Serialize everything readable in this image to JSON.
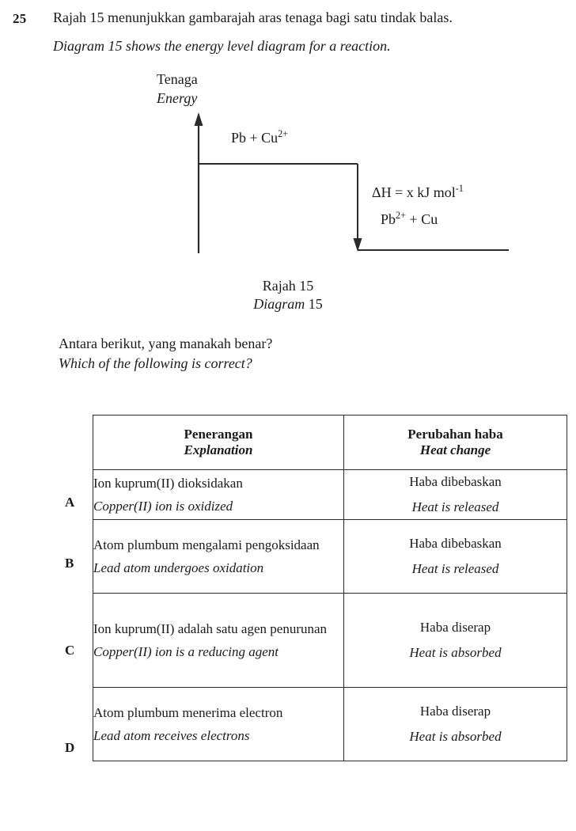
{
  "question": {
    "number": "25",
    "stem_my": "Rajah 15 menunjukkan gambarajah aras tenaga bagi satu tindak balas.",
    "stem_en": "Diagram 15 shows the energy level diagram for a reaction.",
    "prompt_my": "Antara berikut, yang manakah benar?",
    "prompt_en": "Which of the following is correct?"
  },
  "diagram": {
    "axis_label_my": "Tenaga",
    "axis_label_en": "Energy",
    "reactant_label": "Pb  +  Cu",
    "reactant_charge": "2+",
    "enthalpy_label": "ΔH = x kJ mol",
    "enthalpy_exponent": "-1",
    "product_label_lead": "Pb",
    "product_charge": "2+",
    "product_label_rest": " + Cu",
    "caption_my": "Rajah 15",
    "caption_en": "Diagram 15",
    "caption_en_word": "Diagram",
    "caption_en_num": "15"
  },
  "table": {
    "headers": {
      "explanation_my": "Penerangan",
      "explanation_en": "Explanation",
      "heat_my": "Perubahan haba",
      "heat_en": "Heat change"
    },
    "rows": [
      {
        "letter": "A",
        "explanation_my": "Ion kuprum(II) dioksidakan",
        "explanation_en": "Copper(II) ion is oxidized",
        "heat_my": "Haba dibebaskan",
        "heat_en": "Heat is released"
      },
      {
        "letter": "B",
        "explanation_my": "Atom plumbum mengalami pengoksidaan",
        "explanation_en": "Lead atom undergoes oxidation",
        "heat_my": "Haba dibebaskan",
        "heat_en": "Heat is released"
      },
      {
        "letter": "C",
        "explanation_my": "Ion kuprum(II) adalah satu agen penurunan",
        "explanation_en": "Copper(II) ion is a reducing agent",
        "heat_my": "Haba diserap",
        "heat_en": "Heat is absorbed"
      },
      {
        "letter": "D",
        "explanation_my": "Atom plumbum menerima electron",
        "explanation_en": "Lead atom receives electrons",
        "heat_my": "Haba diserap",
        "heat_en": "Heat is absorbed"
      }
    ]
  },
  "colors": {
    "ink": "#1a1a1a",
    "rule": "#2b2b2b",
    "page": "#ffffff"
  }
}
